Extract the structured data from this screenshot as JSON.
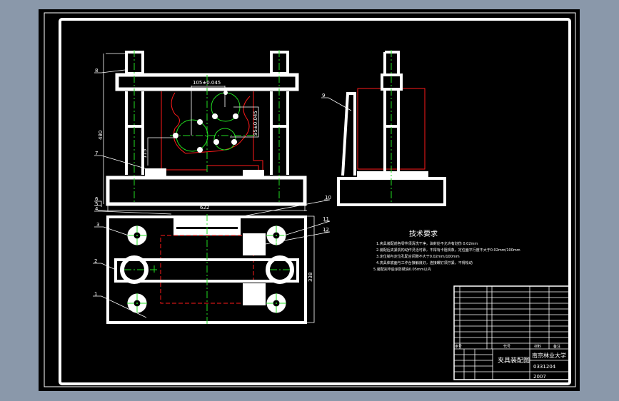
{
  "drawing": {
    "front_view": {
      "dims": {
        "top_width": "105±0.045",
        "vertical": "95±0.045",
        "height": "480",
        "offset": "115",
        "base_width": "622"
      },
      "part_labels": {
        "p8": "8",
        "p7": "7",
        "p6": "6",
        "p5": "5",
        "p4": "4"
      }
    },
    "side_view": {
      "part_labels": {
        "p9": "9"
      }
    },
    "top_view": {
      "dims": {
        "depth": "338"
      },
      "part_labels": {
        "p3": "3",
        "p2": "2",
        "p1": "1",
        "p10": "10",
        "p11": "11",
        "p12": "12"
      }
    },
    "tech_requirements": {
      "title": "技术要求",
      "lines": [
        "1.夹具装配前各零件须清洗干净，油封处不允许有划伤 0.02mm",
        "2.装配后夹紧机构动作灵活可靠，不得有卡阻现象，定位面平行度不大于0.02mm/100mm",
        "3.定位销与定位孔配合间隙不大于0.02mm/100mm",
        "4.夹具体底面与工作台接触良好，连接螺钉须拧紧，不得松动",
        "5.装配完毕后涂防锈油0.05mm以内"
      ]
    },
    "title_block": {
      "drawing_title": "夹具装配图",
      "school": "南京林业大学",
      "drawing_no": "0331204",
      "year": "2007",
      "header_seq": "序号",
      "header_code": "代号",
      "header_material": "材料",
      "header_note": "备注"
    }
  },
  "colors": {
    "background": "#8a98aa",
    "canvas": "#000000",
    "line": "#ffffff",
    "hidden": "#ff1a1a",
    "center": "#22dd22"
  }
}
